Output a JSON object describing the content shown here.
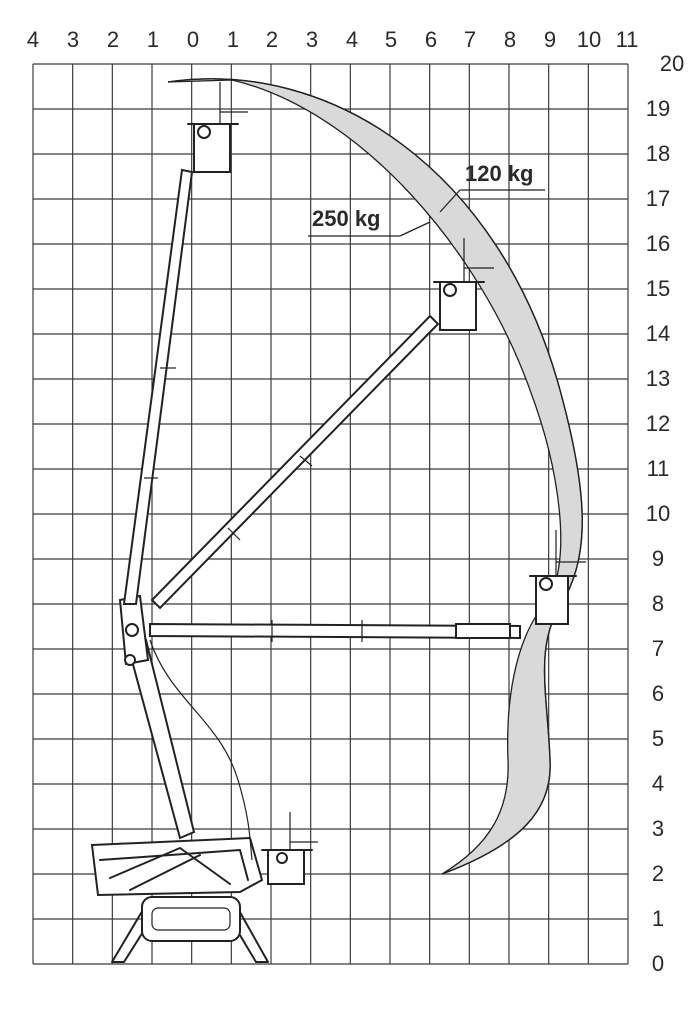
{
  "axes": {
    "x_ticks": [
      "4",
      "3",
      "2",
      "1",
      "0",
      "1",
      "2",
      "3",
      "4",
      "5",
      "6",
      "7",
      "8",
      "9",
      "10",
      "11"
    ],
    "y_ticks": [
      "20",
      "19",
      "18",
      "17",
      "16",
      "15",
      "14",
      "13",
      "12",
      "11",
      "10",
      "9",
      "8",
      "7",
      "6",
      "5",
      "4",
      "3",
      "2",
      "1",
      "0"
    ]
  },
  "load_labels": {
    "outer": "120 kg",
    "inner": "250 kg"
  },
  "colors": {
    "grid": "#3c3c3c",
    "envelope_fill": "#d9d9d9",
    "line": "#222222"
  },
  "diagram": {
    "positions": [
      "platform-ground",
      "platform-vertical-max-height",
      "platform-diagonal",
      "platform-horizontal-max-outreach"
    ]
  }
}
